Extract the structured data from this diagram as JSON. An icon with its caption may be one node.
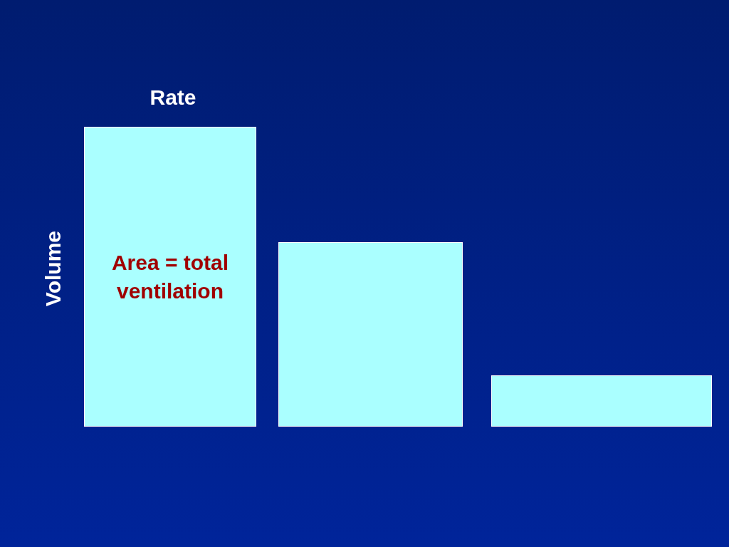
{
  "diagram": {
    "nodes": [
      {
        "text": [
          "Area = total ventilation"
        ]
      },
      {
        "text": [],
        "shape": "box"
      },
      {
        "text": [],
        "shape": "box"
      }
    ],
    "labels": [
      "Rate",
      "Volume"
    ]
  }
}
